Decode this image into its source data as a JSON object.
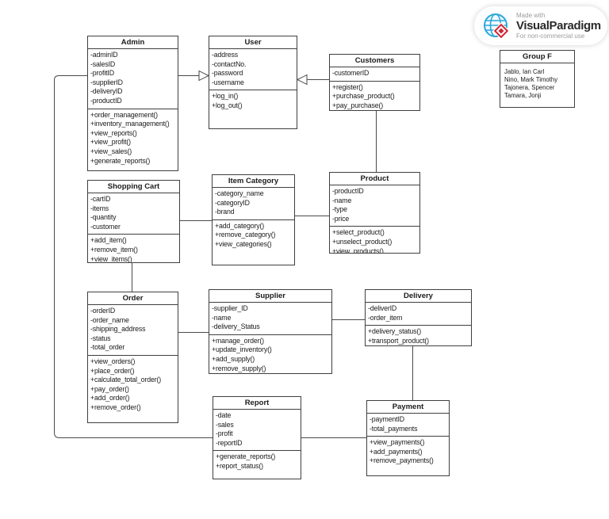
{
  "logo": {
    "made_with": "Made with",
    "brand": "VisualParadigm",
    "license": "For non-commercial use",
    "globe_color": "#2aa8dd",
    "diamond_color": "#cf2733"
  },
  "note": {
    "title": "Group F",
    "members": [
      "Jablo, Ian Carl",
      "Nino, Mark Timothy",
      "Tajonera, Spencer",
      "Tamara, Jonji"
    ]
  },
  "classes": {
    "admin": {
      "name": "Admin",
      "attributes": [
        "-adminID",
        "-salesID",
        "-profitID",
        "-supplierID",
        "-deliveryID",
        "-productID"
      ],
      "methods": [
        "+order_management()",
        "+inventory_management()",
        "+view_reports()",
        "+view_profit()",
        "+view_sales()",
        "+generate_reports()"
      ]
    },
    "user": {
      "name": "User",
      "attributes": [
        "-address",
        "-contactNo.",
        "-password",
        "-username"
      ],
      "methods": [
        "+log_in()",
        "+log_out()"
      ]
    },
    "customers": {
      "name": "Customers",
      "attributes": [
        "-customerID"
      ],
      "methods": [
        "+register()",
        "+purchase_product()",
        "+pay_purchase()"
      ]
    },
    "shopping_cart": {
      "name": "Shopping Cart",
      "attributes": [
        "-cartID",
        "-items",
        "-quantity",
        "-customer"
      ],
      "methods": [
        "+add_item()",
        "+remove_item()",
        "+view_items()"
      ]
    },
    "item_category": {
      "name": "Item Category",
      "attributes": [
        "-category_name",
        "-categoryID",
        "-brand"
      ],
      "methods": [
        "+add_category()",
        "+remove_category()",
        "+view_categories()"
      ]
    },
    "product": {
      "name": "Product",
      "attributes": [
        "-productID",
        "-name",
        "-type",
        "-price"
      ],
      "methods": [
        "+select_product()",
        "+unselect_product()",
        "+view_products()"
      ]
    },
    "order": {
      "name": "Order",
      "attributes": [
        "-orderID",
        "-order_name",
        "-shipping_address",
        "-status",
        "-total_order"
      ],
      "methods": [
        "+view_orders()",
        "+place_order()",
        "+calculate_total_order()",
        "+pay_order()",
        "+add_order()",
        "+remove_order()"
      ]
    },
    "supplier": {
      "name": "Supplier",
      "attributes": [
        "-supplier_ID",
        "-name",
        "-delivery_Status"
      ],
      "methods": [
        "+manage_order()",
        "+update_inventory()",
        "+add_supply()",
        "+remove_supply()"
      ]
    },
    "delivery": {
      "name": "Delivery",
      "attributes": [
        "-deliverID",
        "-order_item"
      ],
      "methods": [
        "+delivery_status()",
        "+transport_product()"
      ]
    },
    "report": {
      "name": "Report",
      "attributes": [
        "-date",
        "-sales",
        "-profit",
        "-reportID"
      ],
      "methods": [
        "+generate_reports()",
        "+report_status()"
      ]
    },
    "payment": {
      "name": "Payment",
      "attributes": [
        "-paymentID",
        "-total_payments"
      ],
      "methods": [
        "+view_payments()",
        "+add_payments()",
        "+remove_payments()"
      ]
    }
  },
  "relationships": [
    "Admin --|> User (generalization)",
    "Customers --|> User (generalization)",
    "Customers — Product",
    "Shopping Cart — Item Category",
    "Item Category — Product",
    "Shopping Cart — Order",
    "Order — Supplier",
    "Supplier — Delivery",
    "Delivery — Payment",
    "Report — Payment",
    "Admin — Report"
  ],
  "colors": {
    "line": "#4a4a4a",
    "box_border": "#3f3f3f",
    "background": "#ffffff"
  }
}
